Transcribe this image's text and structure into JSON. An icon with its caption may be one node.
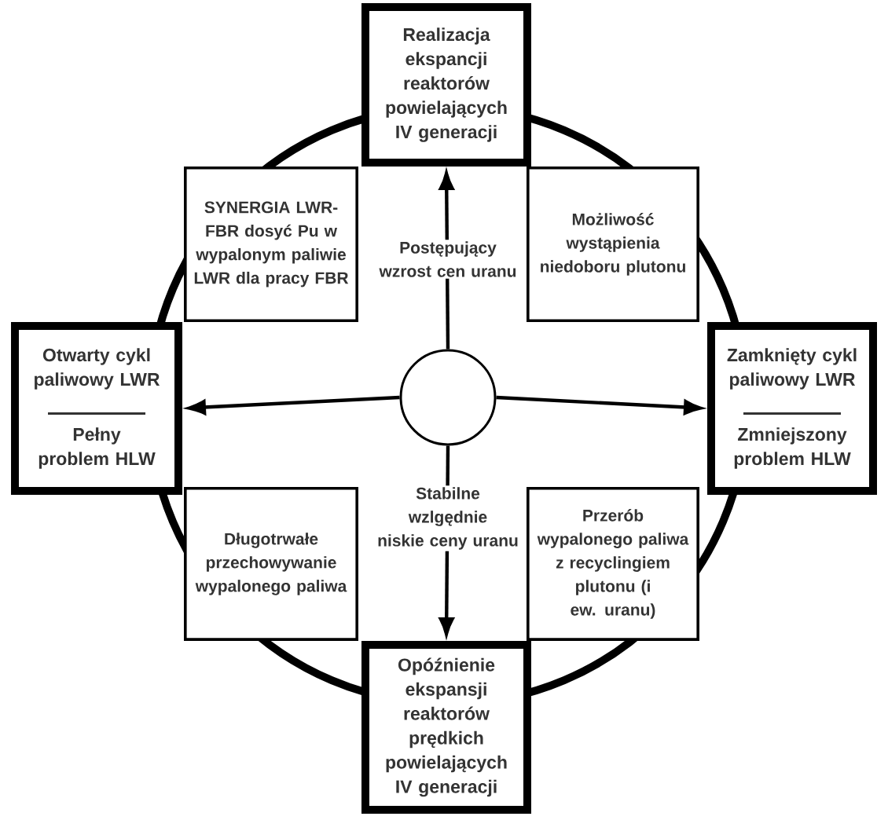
{
  "diagram": {
    "nodes": [
      {
        "text": [
          "Realizacja ekspancji reaktorów powielających IV generacji"
        ]
      },
      {
        "text": [
          "SYNERGIA LWR-FBR dosyć Pu w wypalonym paliwie LWR dla pracy FBR"
        ]
      },
      {
        "text": [
          "Możliwość wystąpienia niedoboru plutonu"
        ]
      },
      {
        "text": [
          "Otwarty cykl paliwowy LWR",
          "Pełny problem HLW"
        ]
      },
      {
        "text": [],
        "shape": "circle"
      },
      {
        "text": [
          "Zamknięty cykl paliwowy LWR",
          "Zmniejszony problem HLW"
        ]
      },
      {
        "text": [
          "Długotrwałe przechowywanie wypalonego paliwa"
        ]
      },
      {
        "text": [
          "Przerób wypalonego paliwa z recyclingiem plutonu (i ew. uranu)"
        ]
      },
      {
        "text": [
          "Opóźnienie ekspansji reaktorów prędkich powielających IV generacji"
        ]
      }
    ],
    "edges": [
      {
        "from": 4,
        "to": 0,
        "arrow": "to",
        "label": "Postępujący wzrost cen uranu"
      },
      {
        "from": 4,
        "to": 3,
        "arrow": "to"
      },
      {
        "from": 4,
        "to": 5,
        "arrow": "to"
      },
      {
        "from": 4,
        "to": 8,
        "arrow": "to",
        "label": "Stabilne wzlgędnie niskie ceny uranu"
      }
    ]
  }
}
